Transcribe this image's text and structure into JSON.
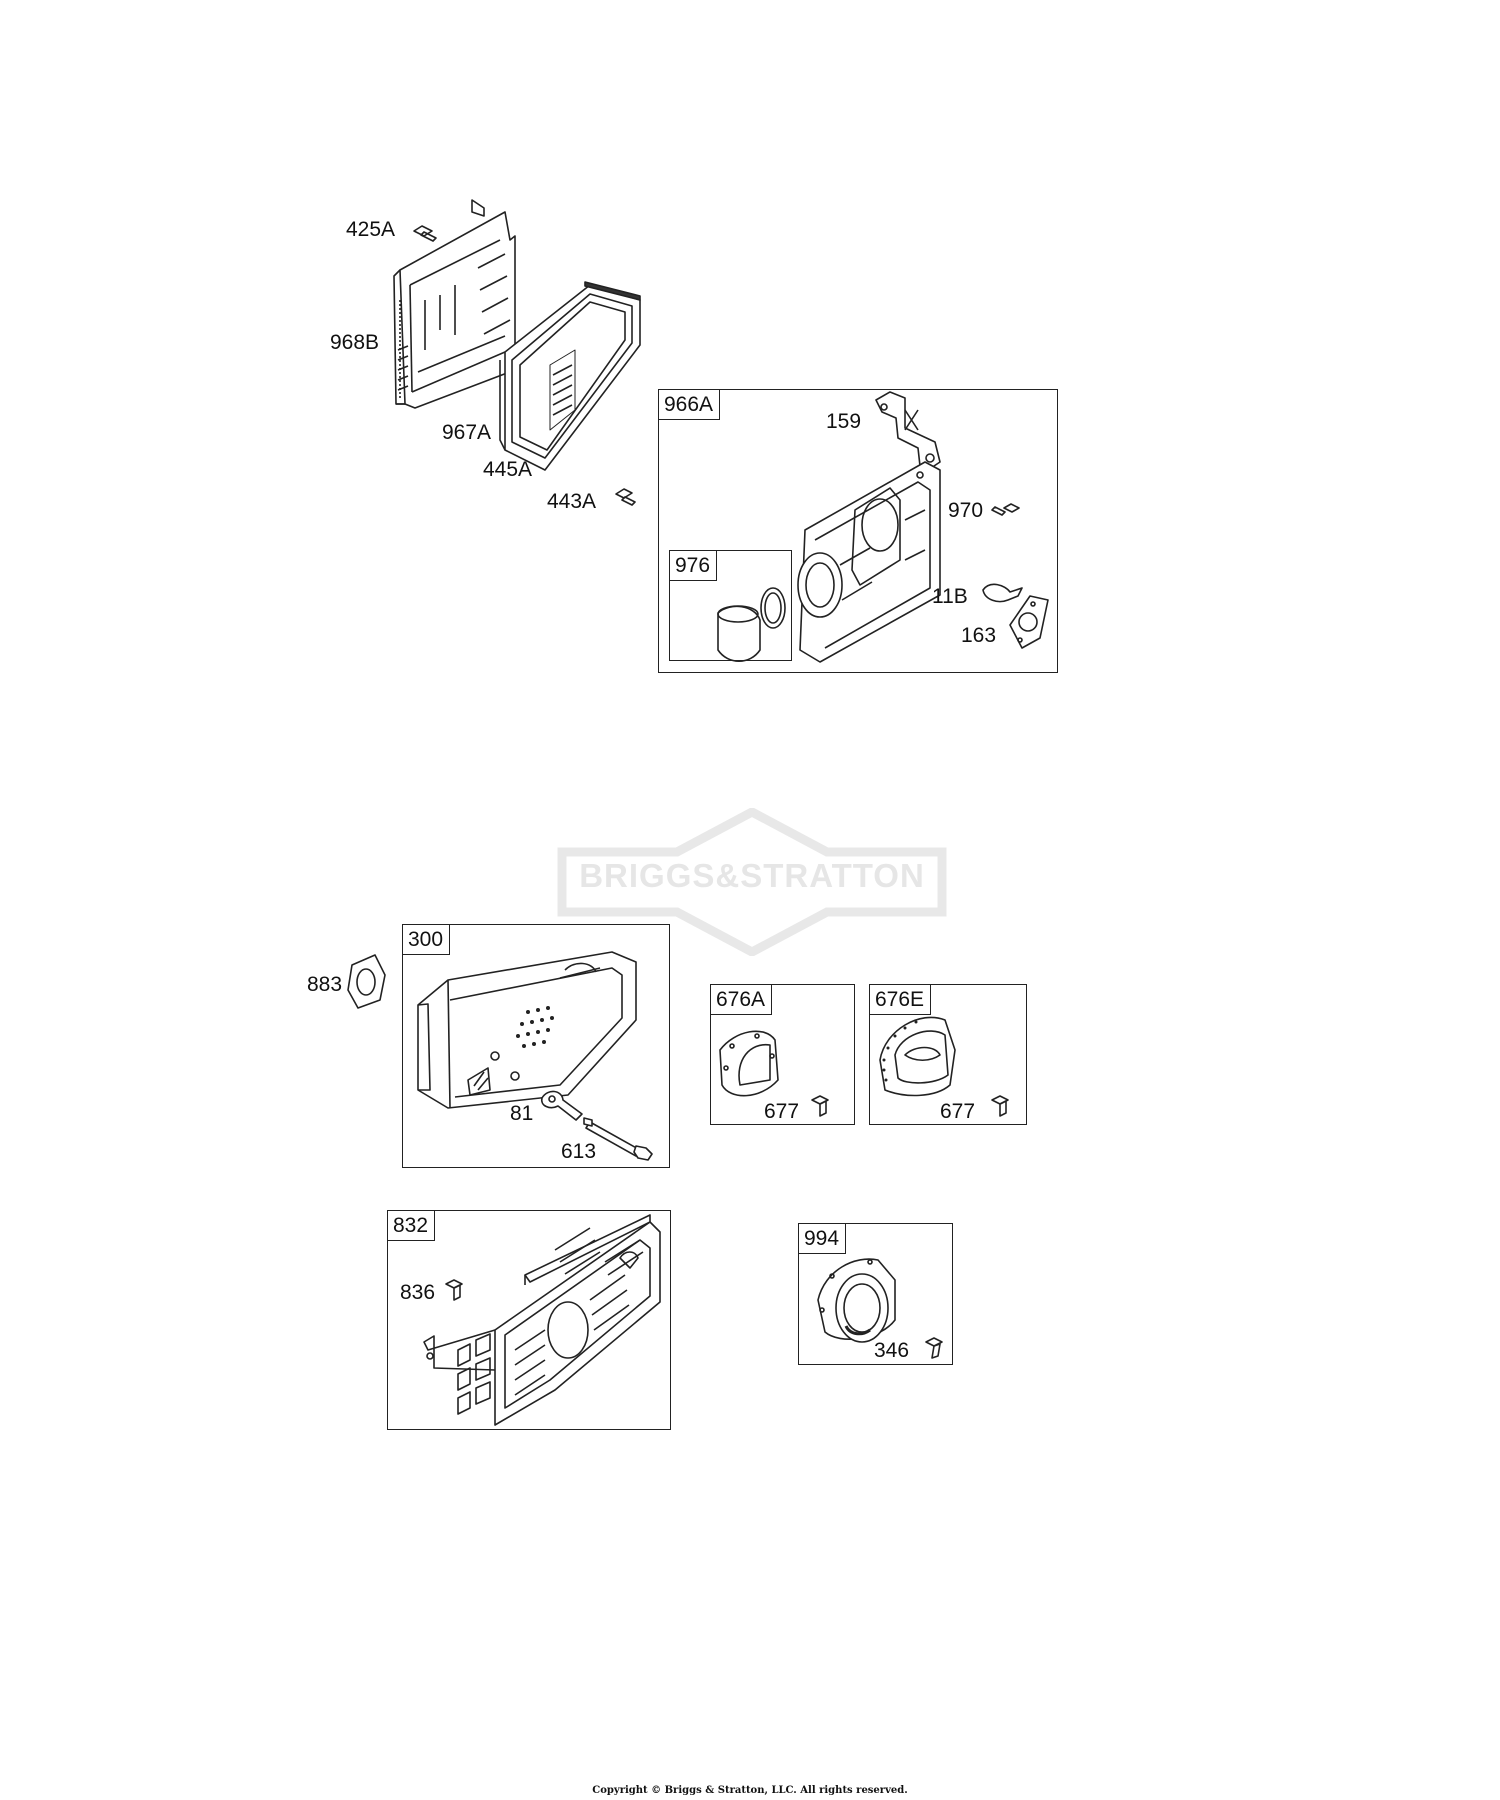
{
  "callouts": {
    "c425A": "425A",
    "c968B": "968B",
    "c967A": "967A",
    "c445A": "445A",
    "c443A": "443A",
    "c159": "159",
    "c970": "970",
    "c11B": "11B",
    "c163": "163",
    "c883": "883",
    "c81": "81",
    "c613": "613",
    "c677a": "677",
    "c677e": "677",
    "c836": "836",
    "c346": "346"
  },
  "boxes": {
    "b966A": "966A",
    "b976": "976",
    "b300": "300",
    "b676A": "676A",
    "b676E": "676E",
    "b832": "832",
    "b994": "994"
  },
  "watermark": "BRIGGS&STRATTON",
  "copyright": "Copyright © Briggs & Stratton, LLC. All rights reserved."
}
